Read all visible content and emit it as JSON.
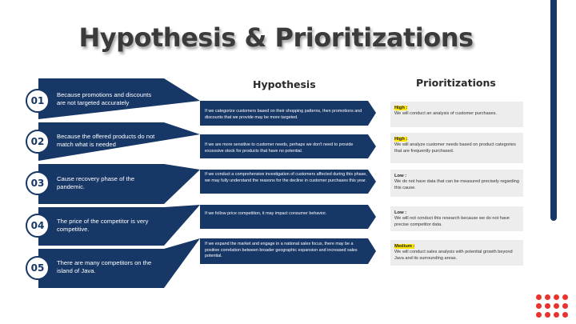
{
  "slide": {
    "title": "Hypothesis & Prioritizations",
    "col_hypothesis": "Hypothesis",
    "col_priority": "Prioritizations"
  },
  "rows": [
    {
      "number": "01",
      "reason": "Because promotions and discounts are not targeted accurately",
      "hypothesis": "If we categorize customers based on their shopping patterns, then promotions and discounts that we provide may be more targeted.",
      "level": "High :",
      "priority": "We will conduct an analysis of customer purchases."
    },
    {
      "number": "02",
      "reason": "Because the offered products do not match what is needed",
      "hypothesis": "If we are more sensitive to customer needs, perhaps we don't need to provide excessive stock for products that have no potential.",
      "level": "High :",
      "priority": "We will analyze customer needs based on product categories that are frequently purchased."
    },
    {
      "number": "03",
      "reason": "Cause recovery phase of the pandemic.",
      "hypothesis": "If we conduct a comprehensive investigation of customers affected during this phase, we may fully understand the reasons for the decline in customer purchases this year.",
      "level": "Low :",
      "priority": "We do not have data that can be measured precisely regarding this cause."
    },
    {
      "number": "04",
      "reason": "The price of the competitor is very competitive.",
      "hypothesis": "If we follow price competition, it may impact consumer behavior.",
      "level": "Low :",
      "priority": "We will not conduct this research because we do not have precise competitor data."
    },
    {
      "number": "05",
      "reason": "There are many competitors on the island of Java.",
      "hypothesis": "If we expand the market and engage in a national sales focus, there may be a positive correlation between broader geographic expansion and increased sales potential.",
      "level": "Medium :",
      "priority": "We will conduct sales analysis with potential growth beyond Java and its surrounding areas."
    }
  ],
  "colors": {
    "navy": "#173766",
    "highlight": "#ffe600",
    "dots": "#e8342e",
    "panel": "#ededed"
  }
}
